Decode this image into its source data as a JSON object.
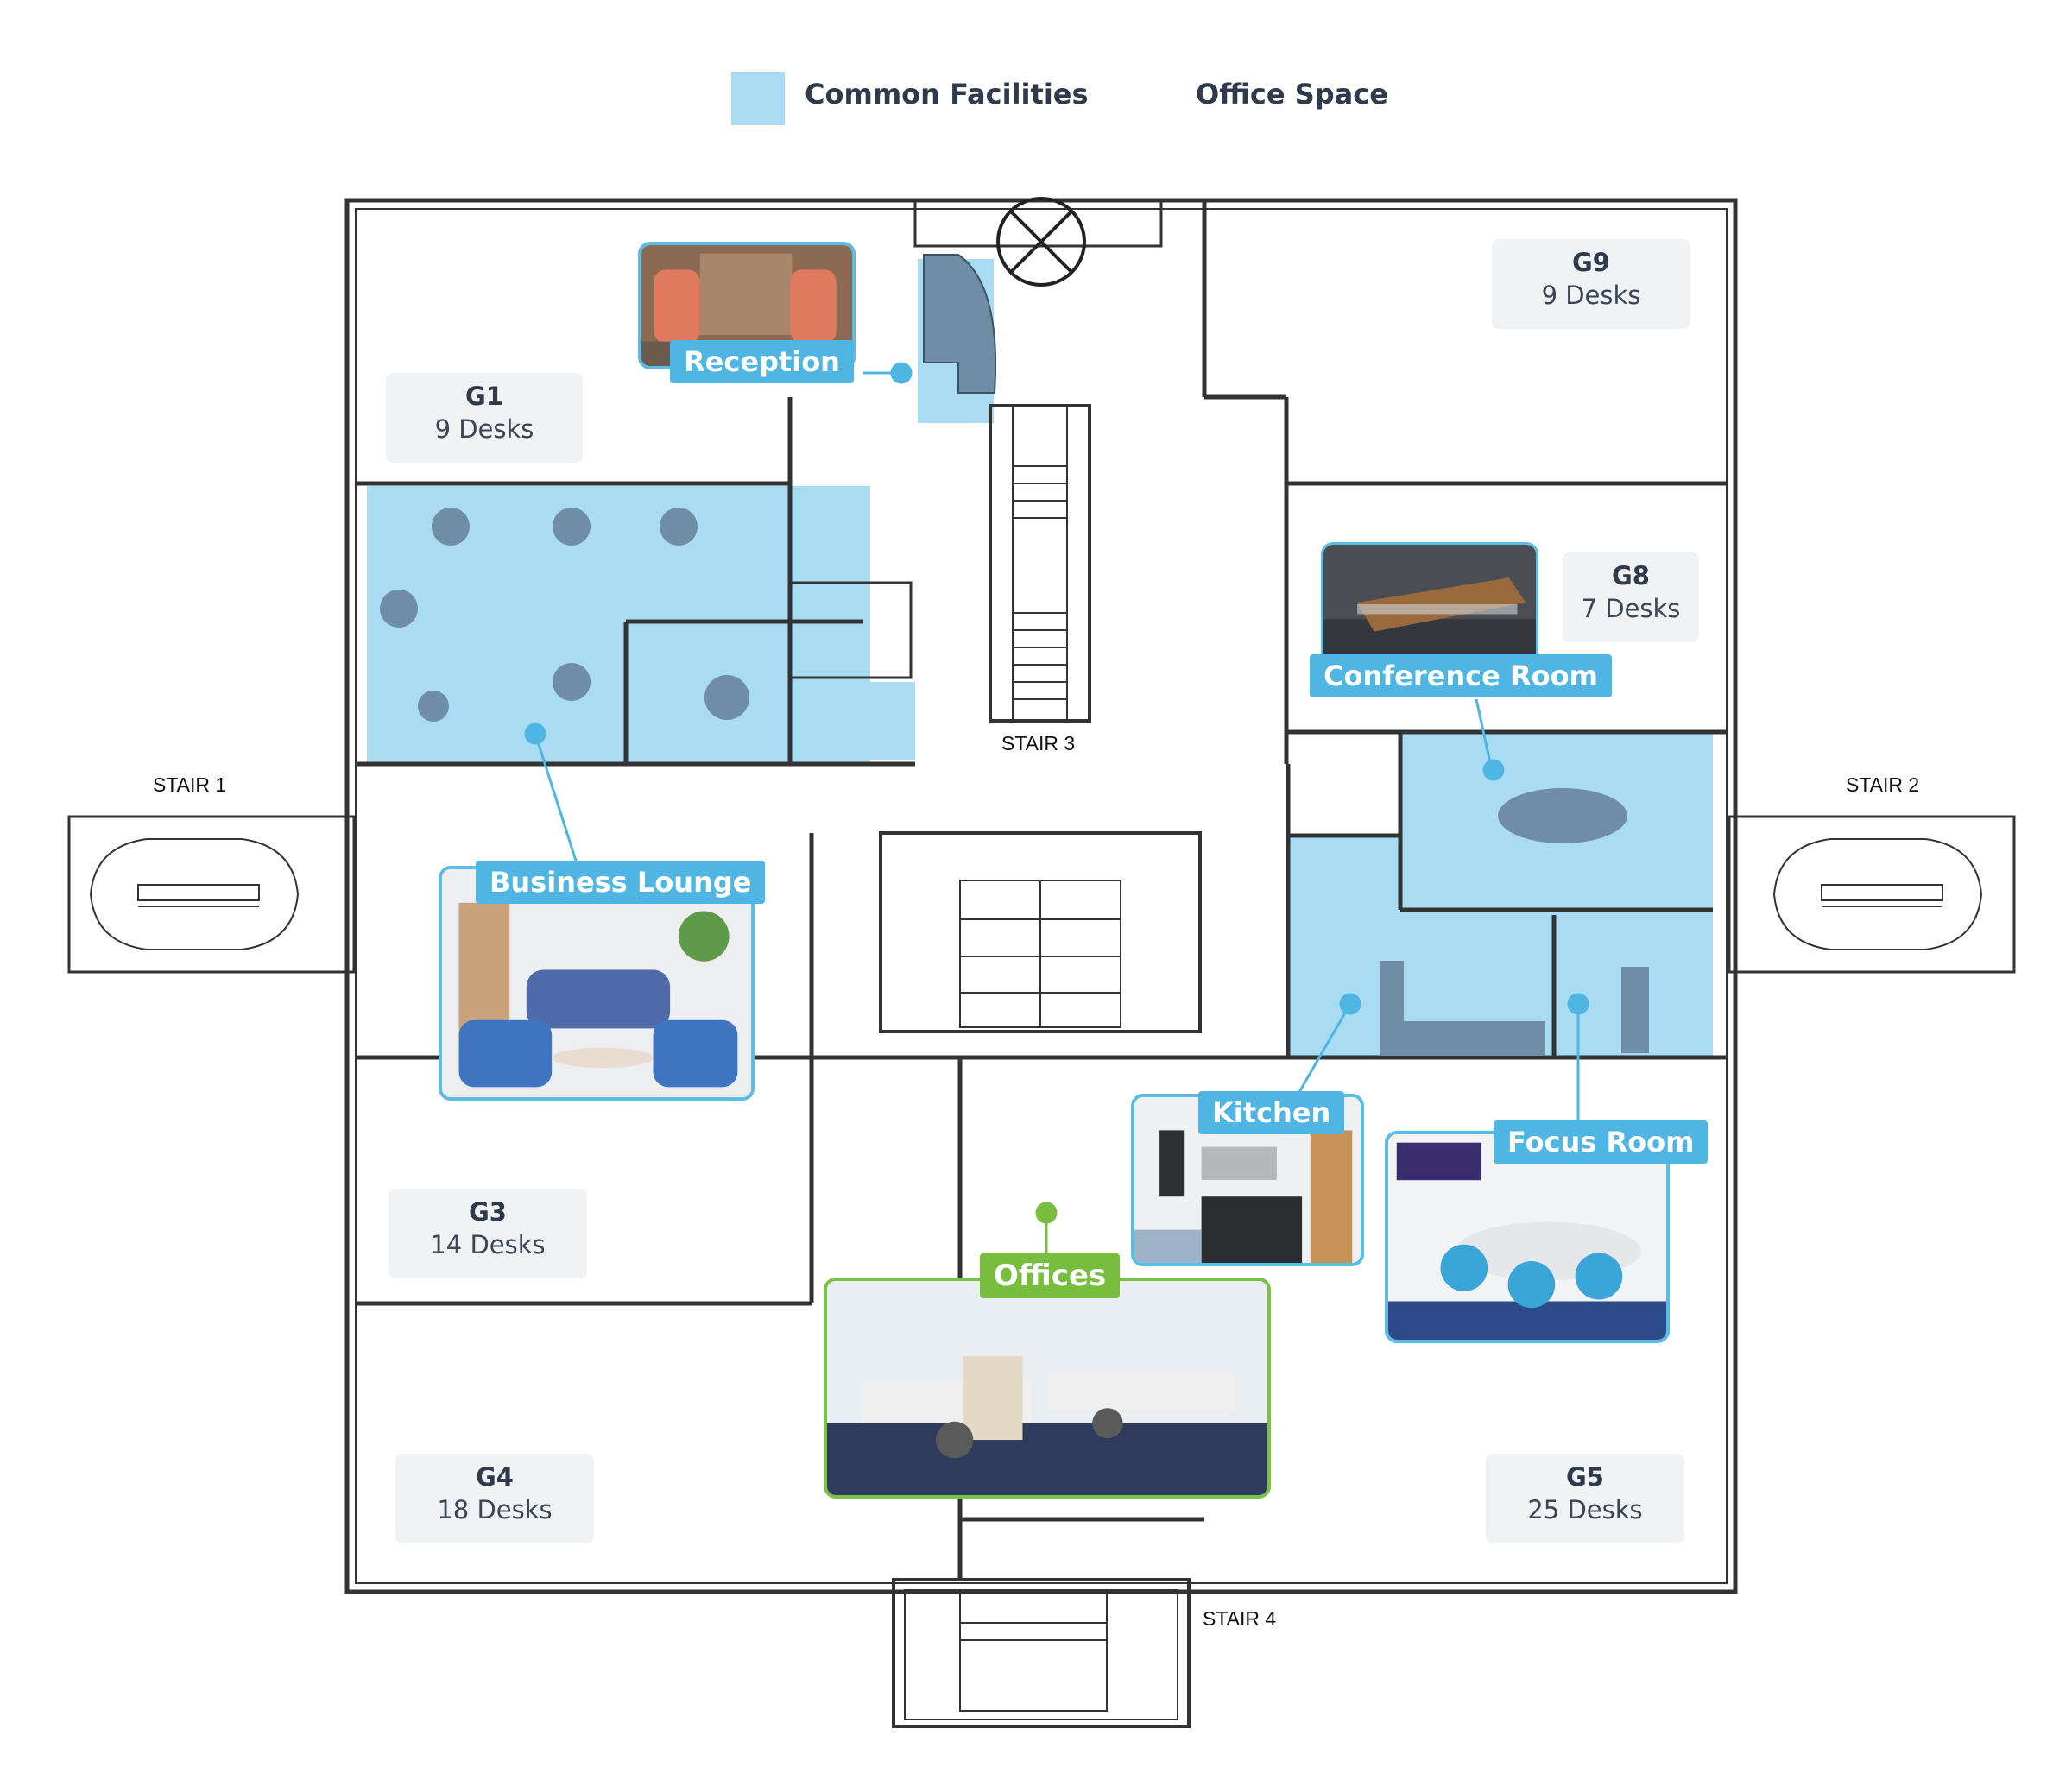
{
  "legend": {
    "common": "Common Facilities",
    "office": "Office Space",
    "common_color": "#a9dcf3"
  },
  "rooms": {
    "g1": {
      "id": "G1",
      "desks": "9 Desks"
    },
    "g9": {
      "id": "G9",
      "desks": "9 Desks"
    },
    "g8": {
      "id": "G8",
      "desks": "7 Desks"
    },
    "g3": {
      "id": "G3",
      "desks": "14 Desks"
    },
    "g4": {
      "id": "G4",
      "desks": "18 Desks"
    },
    "g5": {
      "id": "G5",
      "desks": "25 Desks"
    }
  },
  "stairs": {
    "s1": "STAIR 1",
    "s2": "STAIR 2",
    "s3": "STAIR 3",
    "s4": "STAIR 4"
  },
  "callouts": {
    "reception": "Reception",
    "business_lounge": "Business Lounge",
    "conference_room": "Conference Room",
    "kitchen": "Kitchen",
    "focus_room": "Focus Room",
    "offices": "Offices"
  },
  "colors": {
    "common_fill": "#a9dcf3",
    "callout_blue": "#4fb6e4",
    "callout_green": "#78be3e",
    "wall": "#333333"
  }
}
